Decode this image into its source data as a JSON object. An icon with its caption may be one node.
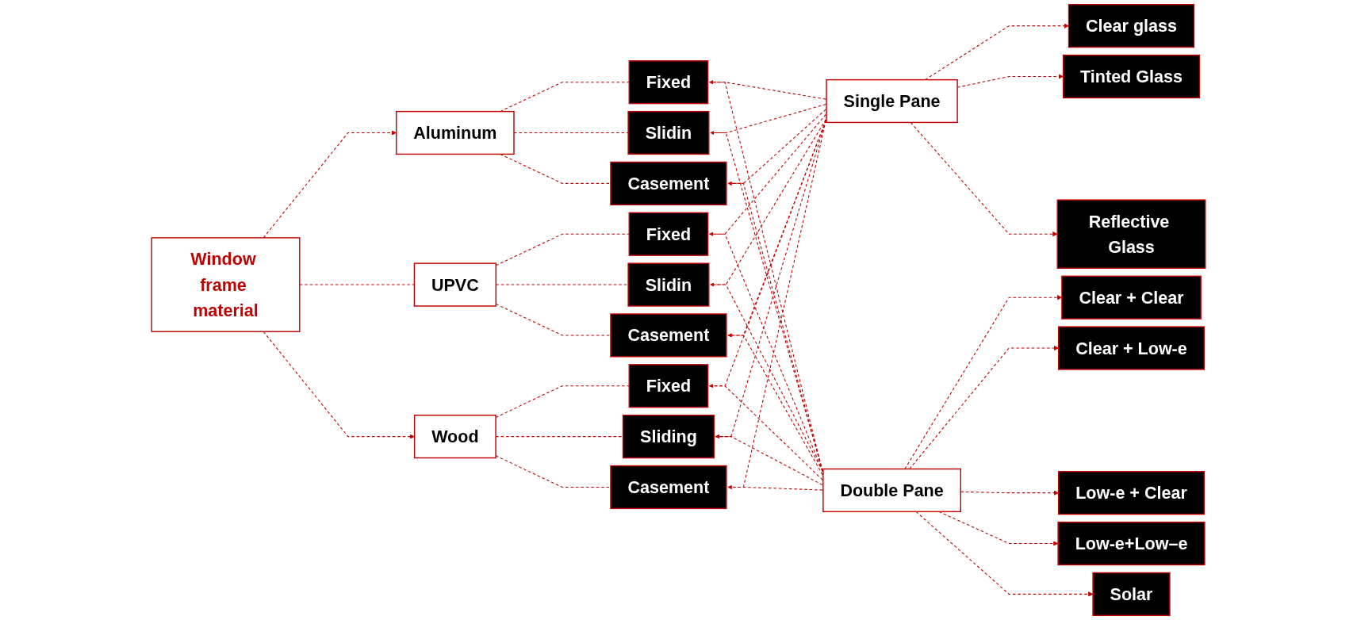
{
  "diagram": {
    "nodes": [
      {
        "text": [
          "Window frame material"
        ]
      },
      {
        "text": [
          "Aluminum"
        ]
      },
      {
        "text": [
          "Fixed"
        ]
      },
      {
        "text": [
          "Slidin"
        ]
      },
      {
        "text": [
          "Casement"
        ]
      },
      {
        "text": [
          "UPVC"
        ]
      },
      {
        "text": [
          "Fixed"
        ]
      },
      {
        "text": [
          "Slidin"
        ]
      },
      {
        "text": [
          "Casement"
        ]
      },
      {
        "text": [
          "Wood"
        ]
      },
      {
        "text": [
          "Fixed"
        ]
      },
      {
        "text": [
          "Sliding"
        ]
      },
      {
        "text": [
          "Casement"
        ]
      },
      {
        "text": [
          "Single Pane"
        ]
      },
      {
        "text": [
          "Clear glass"
        ]
      },
      {
        "text": [
          "Tinted Glass"
        ]
      },
      {
        "text": [
          "Reflective Glass"
        ]
      },
      {
        "text": [
          "Double Pane"
        ]
      },
      {
        "text": [
          "Clear + Clear"
        ]
      },
      {
        "text": [
          "Clear + Low-e"
        ]
      },
      {
        "text": [
          "Low-e + Clear"
        ]
      },
      {
        "text": [
          "Low-e+Low–e"
        ]
      },
      {
        "text": [
          "Solar"
        ]
      }
    ],
    "edges": [
      {
        "from": 0,
        "to": 1,
        "arrow": "to",
        "style": "dashed"
      },
      {
        "from": 0,
        "to": 5,
        "arrow": "none",
        "style": "dashed"
      },
      {
        "from": 0,
        "to": 9,
        "arrow": "to",
        "style": "dashed"
      },
      {
        "from": 1,
        "to": 2,
        "arrow": "none",
        "style": "dashed"
      },
      {
        "from": 1,
        "to": 3,
        "arrow": "none",
        "style": "dashed"
      },
      {
        "from": 1,
        "to": 4,
        "arrow": "none",
        "style": "dashed"
      },
      {
        "from": 5,
        "to": 6,
        "arrow": "none",
        "style": "dashed"
      },
      {
        "from": 5,
        "to": 7,
        "arrow": "none",
        "style": "dashed"
      },
      {
        "from": 5,
        "to": 8,
        "arrow": "none",
        "style": "dashed"
      },
      {
        "from": 9,
        "to": 10,
        "arrow": "none",
        "style": "dashed"
      },
      {
        "from": 9,
        "to": 11,
        "arrow": "none",
        "style": "dashed"
      },
      {
        "from": 9,
        "to": 12,
        "arrow": "none",
        "style": "dashed"
      },
      {
        "from": 13,
        "to": 2,
        "arrow": "to",
        "style": "dashed"
      },
      {
        "from": 13,
        "to": 3,
        "arrow": "to",
        "style": "dashed"
      },
      {
        "from": 13,
        "to": 4,
        "arrow": "to",
        "style": "dashed"
      },
      {
        "from": 13,
        "to": 6,
        "arrow": "to",
        "style": "dashed"
      },
      {
        "from": 13,
        "to": 7,
        "arrow": "to",
        "style": "dashed"
      },
      {
        "from": 13,
        "to": 8,
        "arrow": "to",
        "style": "dashed"
      },
      {
        "from": 13,
        "to": 10,
        "arrow": "to",
        "style": "dashed"
      },
      {
        "from": 13,
        "to": 11,
        "arrow": "to",
        "style": "dashed"
      },
      {
        "from": 13,
        "to": 12,
        "arrow": "to",
        "style": "dashed"
      },
      {
        "from": 17,
        "to": 2,
        "arrow": "to",
        "style": "dashed"
      },
      {
        "from": 17,
        "to": 3,
        "arrow": "to",
        "style": "dashed"
      },
      {
        "from": 17,
        "to": 4,
        "arrow": "to",
        "style": "dashed"
      },
      {
        "from": 17,
        "to": 6,
        "arrow": "to",
        "style": "dashed"
      },
      {
        "from": 17,
        "to": 7,
        "arrow": "to",
        "style": "dashed"
      },
      {
        "from": 17,
        "to": 8,
        "arrow": "to",
        "style": "dashed"
      },
      {
        "from": 17,
        "to": 10,
        "arrow": "to",
        "style": "dashed"
      },
      {
        "from": 17,
        "to": 11,
        "arrow": "to",
        "style": "dashed"
      },
      {
        "from": 17,
        "to": 12,
        "arrow": "to",
        "style": "dashed"
      },
      {
        "from": 13,
        "to": 14,
        "arrow": "to",
        "style": "dashed"
      },
      {
        "from": 13,
        "to": 15,
        "arrow": "to",
        "style": "dashed"
      },
      {
        "from": 13,
        "to": 16,
        "arrow": "to",
        "style": "dashed"
      },
      {
        "from": 17,
        "to": 18,
        "arrow": "to",
        "style": "dashed"
      },
      {
        "from": 17,
        "to": 19,
        "arrow": "to",
        "style": "dashed"
      },
      {
        "from": 17,
        "to": 20,
        "arrow": "to",
        "style": "dashed"
      },
      {
        "from": 17,
        "to": 21,
        "arrow": "to",
        "style": "dashed"
      },
      {
        "from": 17,
        "to": 22,
        "arrow": "to",
        "style": "dashed"
      }
    ]
  }
}
